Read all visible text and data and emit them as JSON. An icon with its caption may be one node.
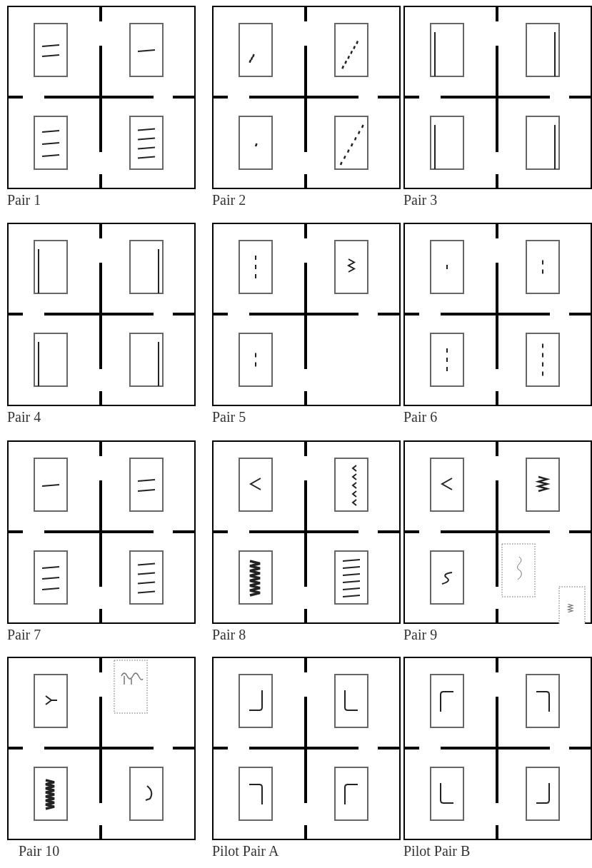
{
  "diagram": {
    "nodes": [
      {
        "text": [
          "Pair 1"
        ]
      },
      {
        "text": [
          "Pair 2"
        ]
      },
      {
        "text": [
          "Pair 3"
        ]
      },
      {
        "text": [
          "Pair 4"
        ]
      },
      {
        "text": [
          "Pair 5"
        ]
      },
      {
        "text": [
          "Pair 6"
        ]
      },
      {
        "text": [
          "Pair 7"
        ]
      },
      {
        "text": [
          "Pair 8"
        ]
      },
      {
        "text": [
          "Pair 9"
        ]
      },
      {
        "text": [
          "Pair 10"
        ]
      },
      {
        "text": [
          "Pilot Pair A"
        ]
      },
      {
        "text": [
          "Pilot Pair B"
        ]
      }
    ]
  }
}
